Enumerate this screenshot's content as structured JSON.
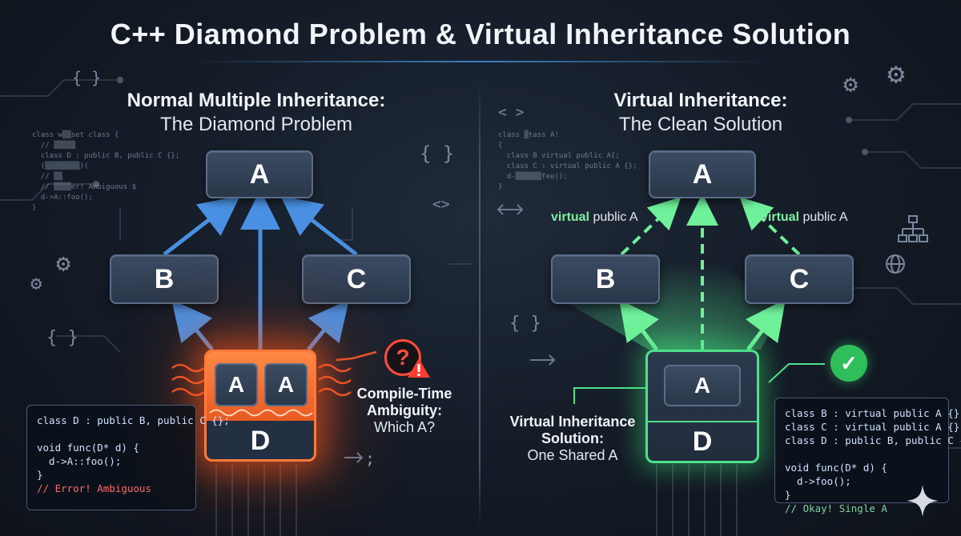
{
  "title": "C++ Diamond Problem & Virtual Inheritance Solution",
  "left": {
    "heading_bold": "Normal Multiple Inheritance:",
    "heading_sub": "The Diamond Problem",
    "nodes": {
      "a": "A",
      "b": "B",
      "c": "C",
      "d": "D",
      "d_copy_1": "A",
      "d_copy_2": "A"
    },
    "ambiguity_title_1": "Compile-Time",
    "ambiguity_title_2": "Ambiguity:",
    "ambiguity_question": "Which A?",
    "question_mark": "?",
    "code_lines": [
      "class D : public B, public C {};",
      "",
      "void func(D* d) {",
      "  d->A::foo();",
      "}"
    ],
    "code_error": "// Error! Ambiguous",
    "colors": {
      "accent": "#ff6a2a",
      "arrow": "#4a90e2"
    }
  },
  "right": {
    "heading_bold": "Virtual Inheritance:",
    "heading_sub": "The Clean Solution",
    "nodes": {
      "a": "A",
      "b": "B",
      "c": "C",
      "d": "D",
      "shared_a": "A"
    },
    "virtual_word": "virtual",
    "virtual_rest": " public A",
    "solution_title_1": "Virtual Inheritance",
    "solution_title_2": "Solution:",
    "solution_sub": "One Shared A",
    "code_lines": [
      "class B : virtual public A {};",
      "class C : virtual public A {};",
      "class D : public B, public C {};",
      "",
      "void func(D* d) {",
      "  d->foo();",
      "}"
    ],
    "code_ok": "// Okay! Single A",
    "colors": {
      "accent": "#4fe08a"
    }
  },
  "icons": [
    "braces-icon",
    "gear-icon",
    "check-gear-icon",
    "hierarchy-icon",
    "globe-icon",
    "warning-icon",
    "checkmark-icon",
    "sparkle-icon"
  ]
}
